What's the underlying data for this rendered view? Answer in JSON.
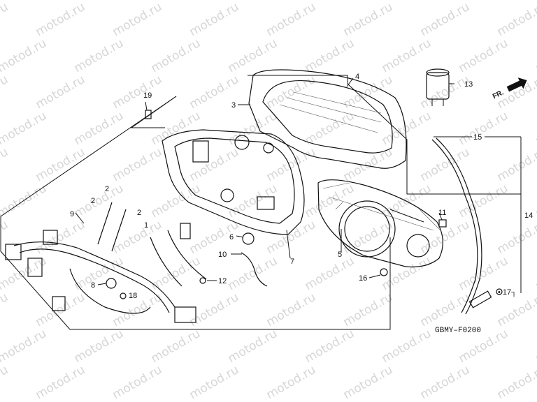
{
  "watermark_text": "motod.ru",
  "diagram_code": "GBMY–F0200",
  "direction_label": "FR.",
  "callouts": {
    "c1": "1",
    "c2a": "2",
    "c2b": "2",
    "c2c": "2",
    "c3": "3",
    "c4": "4",
    "c5": "5",
    "c6": "6",
    "c7": "7",
    "c8": "8",
    "c9": "9",
    "c10": "10",
    "c11": "11",
    "c12": "12",
    "c13": "13",
    "c14": "14",
    "c15": "15",
    "c16": "16",
    "c17": "• 17┐",
    "c18": "18",
    "c19": "19"
  },
  "colors": {
    "line": "#111111",
    "watermark": "#c9c9c9"
  }
}
